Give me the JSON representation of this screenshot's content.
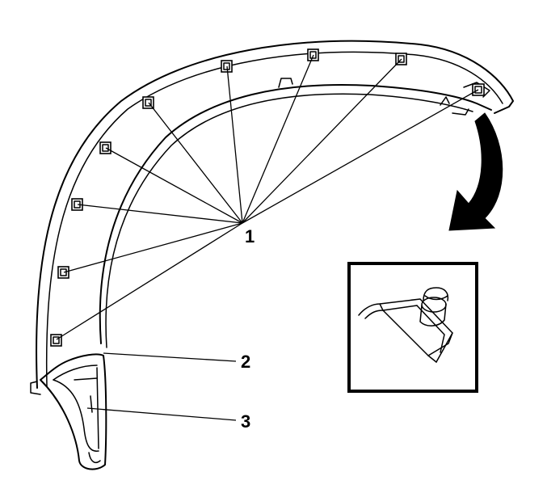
{
  "colors": {
    "ink": "#000000",
    "paper": "#ffffff"
  },
  "callouts": [
    {
      "id": "fastener-clips",
      "label": "1"
    },
    {
      "id": "wheel-opening-flare",
      "label": "2"
    },
    {
      "id": "rocker-molding-end",
      "label": "3"
    }
  ],
  "detail_view": {
    "icon": "clip-detail-inset"
  }
}
